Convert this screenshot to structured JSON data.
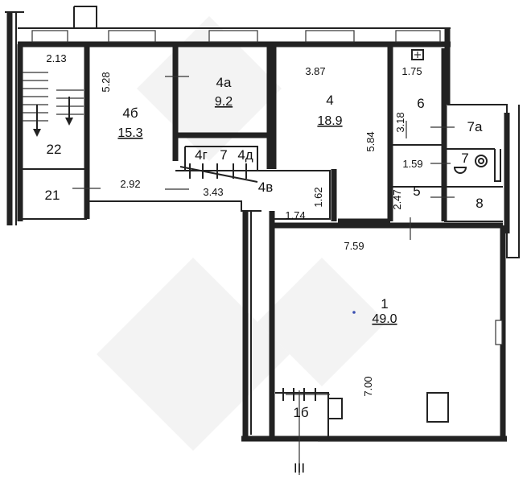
{
  "rooms": [
    {
      "id": "22",
      "area": ""
    },
    {
      "id": "21",
      "area": ""
    },
    {
      "id": "4б",
      "area": "15.3"
    },
    {
      "id": "4а",
      "area": "9.2"
    },
    {
      "id": "4",
      "area": "18.9"
    },
    {
      "id": "6",
      "area": ""
    },
    {
      "id": "7а",
      "area": ""
    },
    {
      "id": "7",
      "area": ""
    },
    {
      "id": "5",
      "area": ""
    },
    {
      "id": "8",
      "area": ""
    },
    {
      "id": "4г",
      "area": ""
    },
    {
      "id": "7",
      "area": ""
    },
    {
      "id": "4д",
      "area": ""
    },
    {
      "id": "4в",
      "area": ""
    },
    {
      "id": "1",
      "area": "49.0"
    },
    {
      "id": "1б",
      "area": ""
    }
  ],
  "dimensions": [
    "2.13",
    "5.28",
    "2.92",
    "3.87",
    "5.84",
    "1.75",
    "3.18",
    "1.59",
    "2.47",
    "3.43",
    "1.62",
    "1.74",
    "7.59",
    "7.00"
  ],
  "section_mark": "III",
  "colors": {
    "wall": "#222222",
    "background": "#ffffff",
    "watermark": "#f2f2f2"
  }
}
